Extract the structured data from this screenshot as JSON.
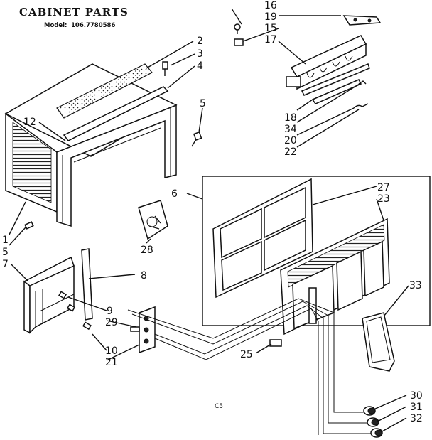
{
  "title": "CABINET PARTS",
  "model_label": "Model:",
  "model_number": "106.7780586",
  "diagram_code": "C5",
  "callouts": [
    "16",
    "19",
    "15",
    "17",
    "2",
    "3",
    "4",
    "5",
    "12",
    "18",
    "34",
    "20",
    "22",
    "6",
    "27",
    "23",
    "1",
    "5",
    "7",
    "28",
    "8",
    "33",
    "9",
    "29",
    "10",
    "21",
    "25",
    "30",
    "31",
    "32"
  ]
}
